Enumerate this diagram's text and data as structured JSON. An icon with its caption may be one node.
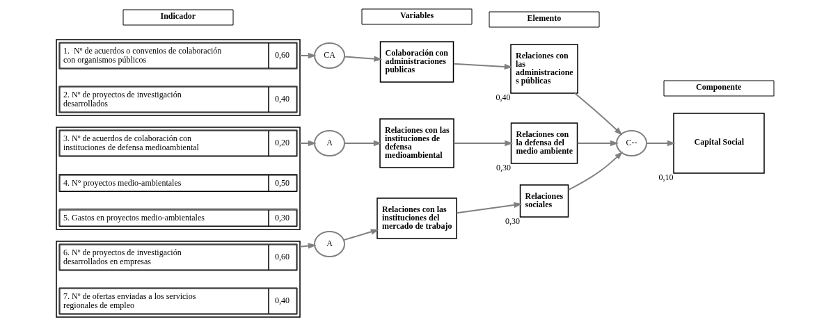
{
  "diagram": {
    "nodes": [
      {
        "text": [
          "Indicador"
        ]
      },
      {
        "text": [
          "Variables"
        ]
      },
      {
        "text": [
          "Elemento"
        ]
      },
      {
        "text": [
          "Componente"
        ]
      },
      {
        "text": [],
        "shape": "box"
      },
      {
        "text": [
          "1.  Nº de acuerdos o convenios de colaboración con organismos públicos",
          "0,60"
        ],
        "in": 4
      },
      {
        "text": [
          "2. Nº de proyectos de investigación desarrollados",
          "0,40"
        ],
        "in": 4
      },
      {
        "text": [],
        "shape": "box"
      },
      {
        "text": [
          "3. Nº de acuerdos de colaboración con instituciones de defensa medioambiental",
          "0,20"
        ],
        "in": 7
      },
      {
        "text": [
          "4. N° proyectos medio-ambientales",
          "0,50"
        ],
        "in": 7
      },
      {
        "text": [
          "5. Gastos en proyectos medio-ambientales",
          "0,30"
        ],
        "in": 7
      },
      {
        "text": [],
        "shape": "box"
      },
      {
        "text": [
          "6. Nº de proyectos de investigación desarrollados en empresas",
          "0,60"
        ],
        "in": 11
      },
      {
        "text": [
          "7. Nº de ofertas enviadas a los servicios regionales de empleo",
          "0,40"
        ],
        "in": 11
      },
      {
        "text": [
          "CA"
        ]
      },
      {
        "text": [
          "A"
        ]
      },
      {
        "text": [
          "A"
        ]
      },
      {
        "text": [
          "Colaboración con administraciones publicas"
        ]
      },
      {
        "text": [
          "Relaciones con las instituciones de defensa medioambiental"
        ]
      },
      {
        "text": [
          "Relaciones con las instituciones del mercado de trabajo"
        ]
      },
      {
        "text": [
          "Relaciones con las administracione s públicas"
        ],
        "beside": [
          "0,40"
        ]
      },
      {
        "text": [
          "Relaciones con la defensa del medio ambiente"
        ],
        "beside": [
          "0,30"
        ]
      },
      {
        "text": [
          "Relaciones sociales"
        ],
        "beside": [
          "0,30"
        ]
      },
      {
        "text": [
          "C--"
        ]
      },
      {
        "text": [
          "Capital Social"
        ],
        "beside": [
          "0,10"
        ]
      }
    ],
    "edges": [
      {
        "from": 4,
        "to": 14,
        "arrow": "to"
      },
      {
        "from": 14,
        "to": 17,
        "arrow": "to"
      },
      {
        "from": 17,
        "to": 20,
        "arrow": "to"
      },
      {
        "from": 7,
        "to": 15,
        "arrow": "to"
      },
      {
        "from": 15,
        "to": 18,
        "arrow": "to"
      },
      {
        "from": 18,
        "to": 21,
        "arrow": "to"
      },
      {
        "from": 11,
        "to": 16,
        "arrow": "to"
      },
      {
        "from": 16,
        "to": 19,
        "arrow": "to"
      },
      {
        "from": 19,
        "to": 22,
        "arrow": "to"
      },
      {
        "from": 20,
        "to": 23,
        "arrow": "to"
      },
      {
        "from": 21,
        "to": 23,
        "arrow": "to"
      },
      {
        "from": 22,
        "to": 23,
        "arrow": "to"
      },
      {
        "from": 23,
        "to": 24,
        "arrow": "to"
      }
    ]
  }
}
